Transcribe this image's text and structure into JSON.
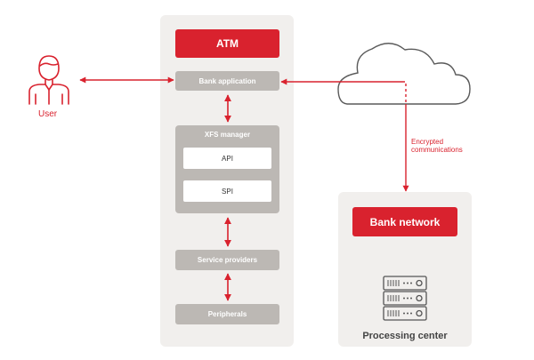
{
  "diagram": {
    "user_label": "User",
    "atm": {
      "title": "ATM",
      "bank_application": "Bank application",
      "xfs_manager": {
        "title": "XFS manager",
        "api": "API",
        "spi": "SPI"
      },
      "service_providers": "Service providers",
      "peripherals": "Peripherals"
    },
    "encrypted_line_1": "Encrypted",
    "encrypted_line_2": "communications",
    "bank_network": "Bank network",
    "processing_center": "Processing center"
  },
  "colors": {
    "accent_red": "#d9222e",
    "box_grey": "#bcb8b4",
    "panel_bg": "#f1efed"
  },
  "icons": [
    "user-icon",
    "cloud-icon",
    "server-icon"
  ]
}
